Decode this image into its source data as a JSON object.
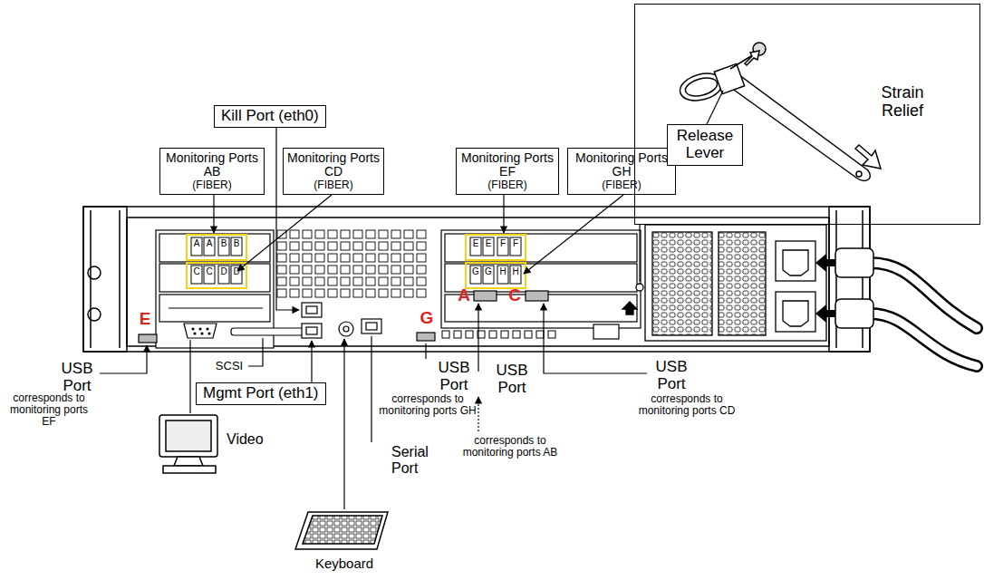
{
  "diagram": {
    "nodes": [
      {
        "text": [
          "Kill Port (eth0)"
        ]
      },
      {
        "text": [
          "Monitoring Ports AB",
          "(FIBER)"
        ]
      },
      {
        "text": [
          "Monitoring Ports CD",
          "(FIBER)"
        ]
      },
      {
        "text": [
          "Monitoring Ports EF",
          "(FIBER)"
        ]
      },
      {
        "text": [
          "Monitoring Ports GH",
          "(FIBER)"
        ]
      },
      {
        "text": [
          "Mgmt Port (eth1)"
        ]
      },
      {
        "text": [
          "Strain Relief"
        ]
      },
      {
        "text": [
          "Release Lever"
        ],
        "in": 6
      }
    ],
    "labels": [
      "A",
      "A",
      "B",
      "B",
      "C",
      "C",
      "D",
      "D",
      "E",
      "E",
      "F",
      "F",
      "G",
      "G",
      "H",
      "H",
      "E",
      "G",
      "A",
      "C",
      "USB Port",
      "corresponds to monitoring ports EF",
      "SCSI",
      "Video",
      "Serial Port",
      "Keyboard",
      "USB Port",
      "corresponds to monitoring ports GH",
      "USB Port",
      "corresponds to monitoring ports AB",
      "USB Port",
      "corresponds to monitoring ports CD"
    ]
  }
}
